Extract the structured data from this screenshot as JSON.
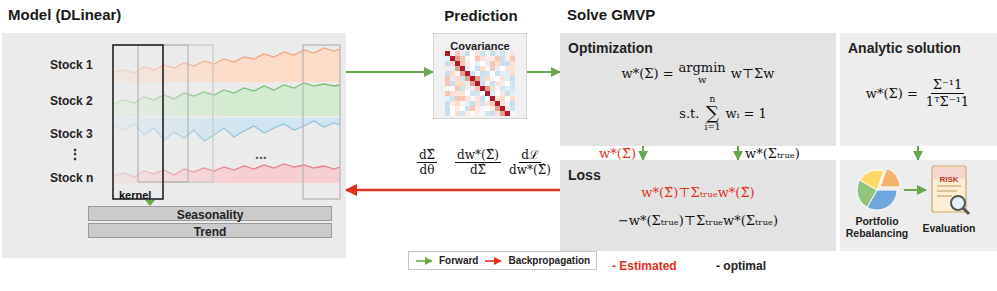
{
  "diagram": {
    "nodes": [
      {
        "text": [
          "Model (DLinear)"
        ]
      },
      {
        "text": [
          "Seasonality"
        ],
        "in": 0
      },
      {
        "text": [
          "Trend"
        ],
        "in": 0
      },
      {
        "text": [
          "Prediction",
          "Covariance"
        ]
      },
      {
        "text": [
          "Optimization",
          "w*(Σ) =",
          "argmin",
          "w",
          "w⊤Σw",
          "s.t.",
          "n",
          "∑",
          "i=1",
          "wᵢ = 1"
        ]
      },
      {
        "text": [
          "Analytic solution",
          "w*(Σ) =",
          "Σ⁻¹1",
          "1ᵀΣ⁻¹1"
        ]
      },
      {
        "text": [
          "Loss",
          "w*(Σ̂)⊤Σₜᵣᵤₑw*(Σ̂)",
          "−w*(Σₜᵣᵤₑ)⊤Σₜᵣᵤₑw*(Σₜᵣᵤₑ)"
        ]
      },
      {
        "text": [
          "Portfolio Rebalancing",
          "RISK",
          "Evaluation"
        ]
      }
    ],
    "edges": [
      {
        "from": 0,
        "to": 3,
        "arrow": "to"
      },
      {
        "from": 3,
        "to": 4,
        "arrow": "to"
      },
      {
        "from": 4,
        "to": 6,
        "label": "w*(Σ̂)",
        "arrow": "to"
      },
      {
        "from": 4,
        "to": 6,
        "label": "w*(Σₜᵣᵤₑ)",
        "arrow": "to"
      },
      {
        "from": 5,
        "to": 7,
        "arrow": "to"
      },
      {
        "from": 6,
        "to": 0,
        "arrow": "to"
      }
    ],
    "labels": [
      "Solve GMVP",
      "Stock 1",
      "Stock 2",
      "Stock 3",
      "⋮",
      "Stock n",
      "kernel",
      "...",
      "dΣ̂",
      "dθ",
      "dw*(Σ̂)",
      "dΣ̂",
      "dℒ",
      "dw*(Σ̂)",
      "- Estimated",
      "- optimal"
    ],
    "legend": [
      {
        "text": "Forward"
      },
      {
        "text": "Backpropagation"
      }
    ]
  }
}
